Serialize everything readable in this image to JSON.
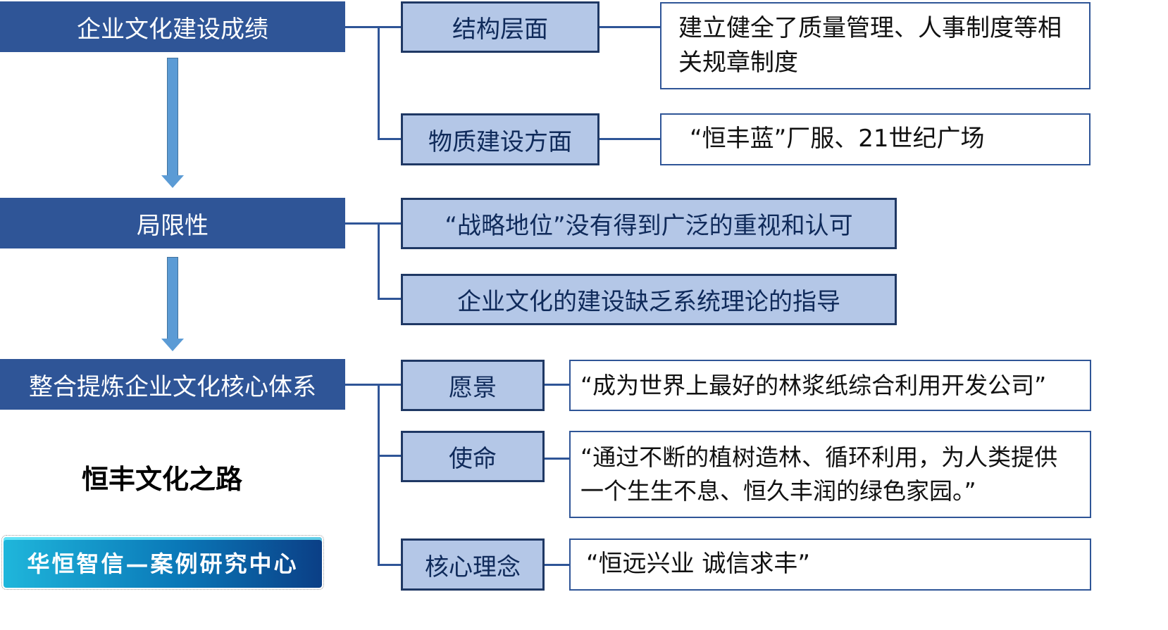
{
  "stages": [
    {
      "label": "企业文化建设成绩"
    },
    {
      "label": "局限性"
    },
    {
      "label": "整合提炼企业文化核心体系"
    }
  ],
  "achievements": [
    {
      "label": "结构层面",
      "detail": "建立健全了质量管理、人事制度等相关规章制度"
    },
    {
      "label": "物质建设方面",
      "detail": "“恒丰蓝”厂服、21世纪广场"
    }
  ],
  "limitations": [
    {
      "label": "“战略地位”没有得到广泛的重视和认可"
    },
    {
      "label": "企业文化的建设缺乏系统理论的指导"
    }
  ],
  "core_system": [
    {
      "label": "愿景",
      "detail": "“成为世界上最好的林浆纸综合利用开发公司”"
    },
    {
      "label": "使命",
      "detail": "“通过不断的植树造林、循环利用，为人类提供一个生生不息、恒久丰润的绿色家园。”"
    },
    {
      "label": "核心理念",
      "detail": "“恒远兴业 诚信求丰”"
    }
  ],
  "title": "恒丰文化之路",
  "badge": "华恒智信—案例研究中心",
  "colors": {
    "stage": "#2F5597",
    "box": "#B4C7E7",
    "arrow": "#5B9BD5"
  }
}
